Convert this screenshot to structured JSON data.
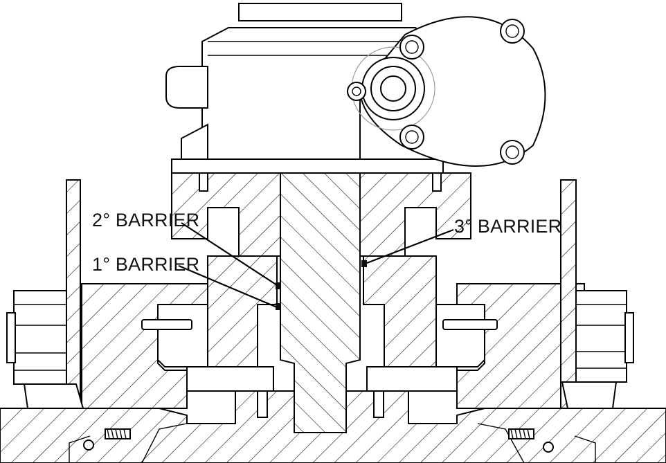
{
  "labels": {
    "secondary_barrier": "2° BARRIER",
    "primary_barrier": "1° BARRIER",
    "tertiary_barrier": "3° BARRIER"
  },
  "colors": {
    "line": "#000000",
    "background": "#ffffff",
    "seal": "#111111"
  }
}
